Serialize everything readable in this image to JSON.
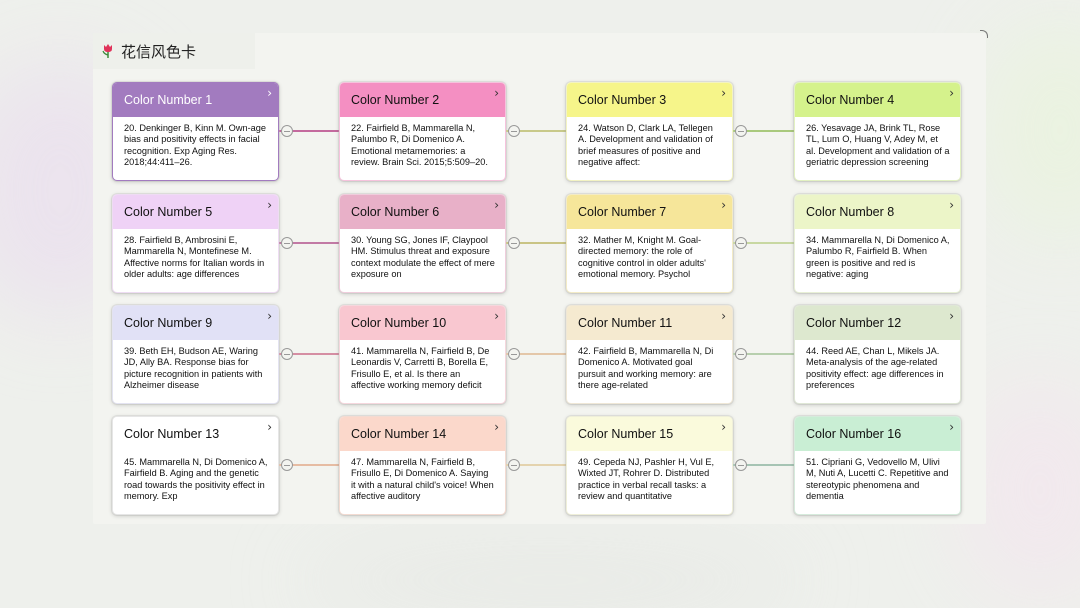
{
  "page": {
    "title": "花信风色卡"
  },
  "cards": [
    {
      "title": "Color Number 1",
      "text": "20. Denkinger B, Kinn M. Own-age bias and positivity effects in facial recognition. Exp Aging Res. 2018;44:411–26.",
      "head_color": "#a27bbf",
      "title_color": "#ffffff",
      "border_color": "#a27bbf",
      "line_color": "#c46a9e"
    },
    {
      "title": "Color Number 2",
      "text": "22. Fairfield B, Mammarella N, Palumbo R, Di Domenico A. Emotional metamemories: a review. Brain Sci. 2015;5:509–20.",
      "head_color": "#f48fc2",
      "title_color": "#111111",
      "border_color": "#f6c3dd",
      "line_color": "#c8c98a"
    },
    {
      "title": "Color Number 3",
      "text": "24. Watson D, Clark LA, Tellegen A. Development and validation of brief measures of positive and negative affect:",
      "head_color": "#f6f58a",
      "title_color": "#111111",
      "border_color": "#f3f3c3",
      "line_color": "#a9c97d"
    },
    {
      "title": "Color Number 4",
      "text": "26. Yesavage JA, Brink TL, Rose TL, Lum O, Huang V, Adey M, et al. Development and validation of a geriatric depression screening",
      "head_color": "#d5f28c",
      "title_color": "#111111",
      "border_color": "#e3f2c2",
      "line_color": ""
    },
    {
      "title": "Color Number 5",
      "text": "28. Fairfield B, Ambrosini E, Mammarella N, Montefinese M. Affective norms for Italian words in older adults: age differences",
      "head_color": "#efd2f6",
      "title_color": "#111111",
      "border_color": "#eedcf3",
      "line_color": "#c27aa5"
    },
    {
      "title": "Color Number 6",
      "text": "30. Young SG, Jones IF, Claypool HM. Stimulus threat and exposure context modulate the effect of mere exposure on",
      "head_color": "#e8b0c8",
      "title_color": "#111111",
      "border_color": "#efcddc",
      "line_color": "#c9c485"
    },
    {
      "title": "Color Number 7",
      "text": "32. Mather M, Knight M. Goal-directed memory: the role of cognitive control in older adults' emotional memory. Psychol",
      "head_color": "#f6e69a",
      "title_color": "#111111",
      "border_color": "#f3ebc6",
      "line_color": "#c8d8a2"
    },
    {
      "title": "Color Number 8",
      "text": "34. Mammarella N, Di Domenico A, Palumbo R, Fairfield B. When green is positive and red is negative: aging",
      "head_color": "#ecf5c8",
      "title_color": "#111111",
      "border_color": "#e8f0d6",
      "line_color": ""
    },
    {
      "title": "Color Number 9",
      "text": "39. Beth EH, Budson AE, Waring JD, Ally BA. Response bias for picture recognition in patients with Alzheimer disease",
      "head_color": "#e1e1f6",
      "title_color": "#111111",
      "border_color": "#e3e3f1",
      "line_color": "#d58ea3"
    },
    {
      "title": "Color Number 10",
      "text": "41. Mammarella N, Fairfield B, De Leonardis V, Carretti B, Borella E, Frisullo E, et al. Is there an affective working memory deficit",
      "head_color": "#f9c7d0",
      "title_color": "#111111",
      "border_color": "#f5d7dd",
      "line_color": "#e4c7a9"
    },
    {
      "title": "Color Number 11",
      "text": "42. Fairfield B, Mammarella N, Di Domenico A. Motivated goal pursuit and working memory: are there age-related",
      "head_color": "#f5ead0",
      "title_color": "#111111",
      "border_color": "#efe7d6",
      "line_color": "#b7cfae"
    },
    {
      "title": "Color Number 12",
      "text": "44. Reed AE, Chan L, Mikels JA. Meta-analysis of the age-related positivity effect: age differences in preferences",
      "head_color": "#dde8cf",
      "title_color": "#111111",
      "border_color": "#dfe7d6",
      "line_color": ""
    },
    {
      "title": "Color Number 13",
      "text": "45. Mammarella N, Di Domenico A, Fairfield B. Aging and the genetic road towards the positivity effect in memory. Exp",
      "head_color": "#ffffff",
      "title_color": "#111111",
      "border_color": "#e6e6e6",
      "line_color": "#e6bca3"
    },
    {
      "title": "Color Number 14",
      "text": "47. Mammarella N, Fairfield B, Frisullo E, Di Domenico A. Saying it with a natural child's voice! When affective auditory",
      "head_color": "#fbd8cb",
      "title_color": "#111111",
      "border_color": "#f3dbd2",
      "line_color": "#e4d3ae"
    },
    {
      "title": "Color Number 15",
      "text": "49. Cepeda NJ, Pashler H, Vul E, Wixted JT, Rohrer D. Distributed practice in verbal recall tasks: a review and quantitative",
      "head_color": "#fafadc",
      "title_color": "#111111",
      "border_color": "#efefd9",
      "line_color": "#a6c4b4"
    },
    {
      "title": "Color Number 16",
      "text": "51. Cipriani G, Vedovello M, Ulivi M, Nuti A, Lucetti C. Repetitive and stereotypic phenomena and dementia",
      "head_color": "#c9eed4",
      "title_color": "#111111",
      "border_color": "#d6ebdc",
      "line_color": ""
    }
  ]
}
